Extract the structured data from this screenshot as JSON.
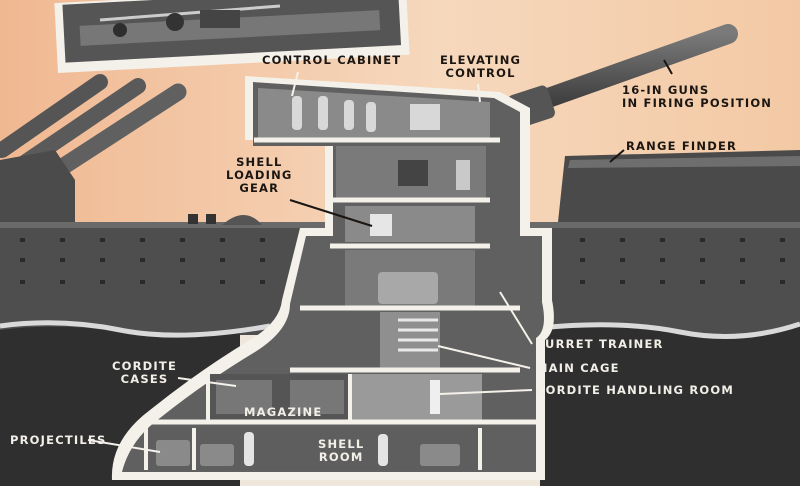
{
  "labels": {
    "control_cabinet": "CONTROL CABINET",
    "elevating_control": "ELEVATING\nCONTROL",
    "guns": "16-IN GUNS\nIN FIRING POSITION",
    "shell_loading_gear": "SHELL\nLOADING\nGEAR",
    "range_finder": "RANGE FINDER",
    "turret_trainer": "TURRET TRAINER",
    "main_cage": "MAIN CAGE",
    "cordite_handling_room": "CORDITE HANDLING ROOM",
    "cordite_cases": "CORDITE\nCASES",
    "magazine": "MAGAZINE",
    "projectiles": "PROJECTILES",
    "shell_room": "SHELL\nROOM"
  },
  "colors": {
    "sky": "#f2c9a6",
    "hull": "#4a4a4a",
    "water": "#2d2d2d",
    "cutaway_white": "#f4f1ea",
    "interior": "#6b6b6b",
    "text_dark": "#1b1612",
    "text_light": "#f2efe9"
  }
}
